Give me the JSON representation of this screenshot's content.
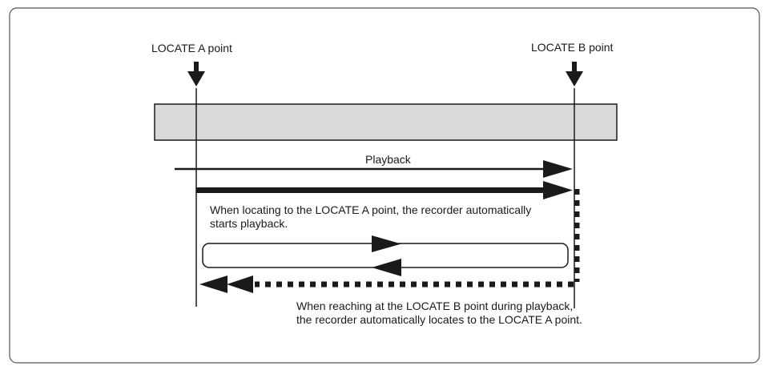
{
  "diagram": {
    "locate_a_label": "LOCATE A point",
    "locate_b_label": "LOCATE B point",
    "playback_label": "Playback",
    "note_locate_a": "When locating to the LOCATE A point, the recorder automatically starts playback.",
    "note_locate_b": "When reaching at the LOCATE B point during playback, the recorder automatically locates to the LOCATE A point."
  },
  "colors": {
    "ink": "#1a1a1a",
    "track_fill": "#d9d9d9",
    "frame_border": "#555555",
    "background": "#ffffff"
  }
}
